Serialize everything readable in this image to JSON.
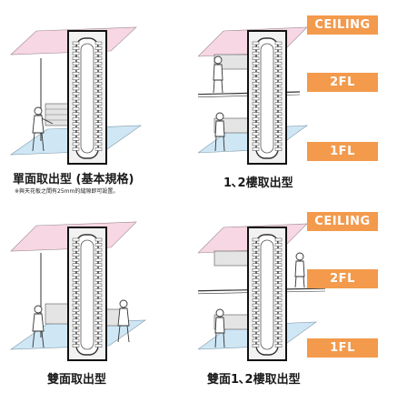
{
  "panels": {
    "single_side": {
      "caption": "單面取出型 (基本規格)",
      "note": "※與天花板之間有25mm的縫隙即可設置。"
    },
    "floors_1_2": {
      "caption": "1､2樓取出型",
      "tags": [
        "CEILING",
        "2FL",
        "1FL"
      ]
    },
    "double_side": {
      "caption": "雙面取出型"
    },
    "double_floors_1_2": {
      "caption": "雙面1､2樓取出型",
      "tags": [
        "CEILING",
        "2FL",
        "1FL"
      ]
    }
  },
  "colors": {
    "accent_orange": "#f39a4c",
    "ceiling_pink": "#f6d7e3",
    "floor_blue": "#cfe7f5",
    "line_dark": "#1a1a1a"
  }
}
